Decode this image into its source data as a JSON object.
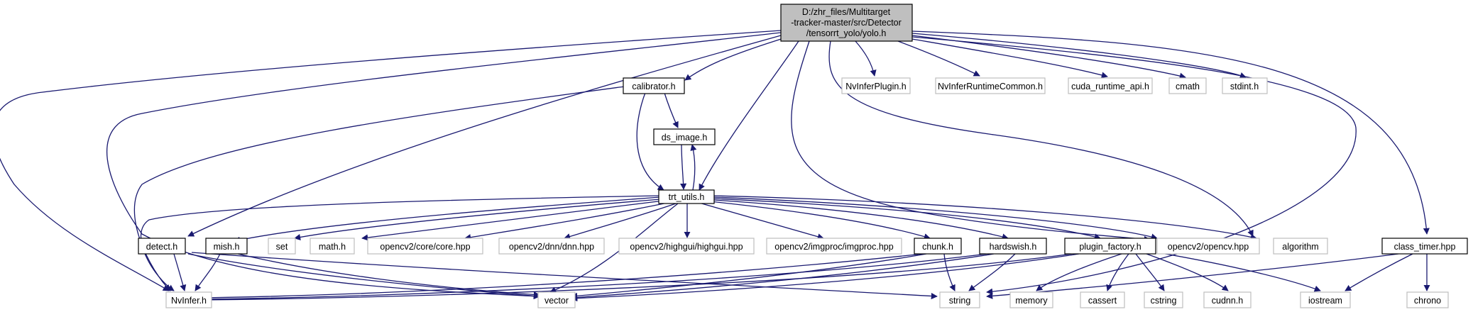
{
  "diagram": {
    "edge_color": "#191970",
    "root": {
      "lines": [
        "D:/zhr_files/Multitarget",
        "-tracker-master/src/Detector",
        "/tensorrt_yolo/yolo.h"
      ]
    },
    "nodes": {
      "calibrator": "calibrator.h",
      "ds_image": "ds_image.h",
      "trt_utils": "trt_utils.h",
      "nvinferplugin": "NvInferPlugin.h",
      "nvinferruntimecommon": "NvInferRuntimeCommon.h",
      "cuda_runtime_api": "cuda_runtime_api.h",
      "cmath": "cmath",
      "stdint": "stdint.h",
      "class_timer": "class_timer.hpp",
      "detect": "detect.h",
      "mish": "mish.h",
      "set": "set",
      "math": "math.h",
      "opencv_core": "opencv2/core/core.hpp",
      "opencv_dnn": "opencv2/dnn/dnn.hpp",
      "opencv_highgui": "opencv2/highgui/highgui.hpp",
      "opencv_imgproc": "opencv2/imgproc/imgproc.hpp",
      "chunk": "chunk.h",
      "hardswish": "hardswish.h",
      "plugin_factory": "plugin_factory.h",
      "opencv": "opencv2/opencv.hpp",
      "algorithm": "algorithm",
      "nvinfer": "NvInfer.h",
      "vector": "vector",
      "string": "string",
      "memory": "memory",
      "cassert": "cassert",
      "cstring": "cstring",
      "cudnn": "cudnn.h",
      "iostream": "iostream",
      "chrono": "chrono"
    }
  }
}
